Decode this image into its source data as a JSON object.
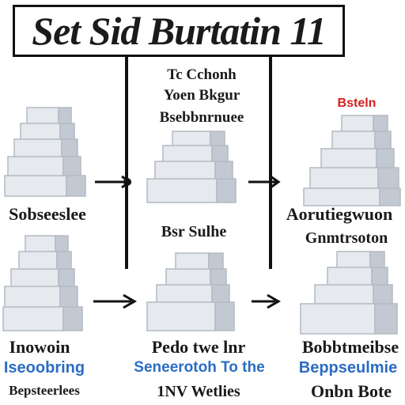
{
  "title": "Set Sid Burtatin 11",
  "header_text": [
    "Tc Cchonh",
    "Yoen Bkgur",
    "Bsebbnrnuee"
  ],
  "tag_red": "Bsteln",
  "labels": {
    "row1_left": "Sobseeslee",
    "row1_mid": "Bsr Sulhe",
    "row1_right_1": "Aorutiegwuon",
    "row1_right_2": "Gnmtrsoton",
    "row2_left_1": "Inowoin",
    "row2_left_2": "Iseoobring",
    "row2_left_3": "Bepsteerlees",
    "row2_mid_1": "Pedo twe lnr",
    "row2_mid_2": "Seneerotoh To the",
    "row2_mid_3": "1NV Wetlies",
    "row2_right_1": "Bobbtmeibse",
    "row2_right_2": "Beppseulmie",
    "row2_right_3": "Onbn Bote"
  },
  "colors": {
    "accent_blue": "#2b6cc4",
    "accent_red": "#d42020",
    "line": "#111111"
  }
}
